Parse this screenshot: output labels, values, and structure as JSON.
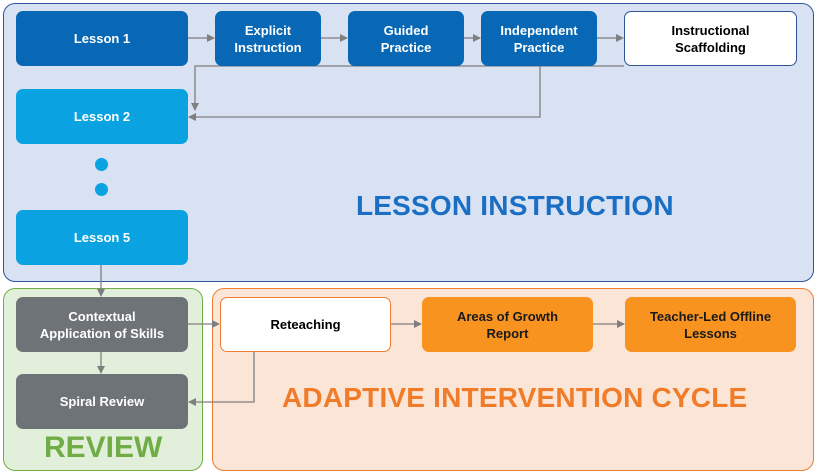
{
  "regions": {
    "lesson_instruction": "LESSON INSTRUCTION",
    "adaptive_intervention": "ADAPTIVE INTERVENTION CYCLE",
    "review": "REVIEW"
  },
  "lessons": {
    "lesson1": "Lesson 1",
    "lesson2": "Lesson 2",
    "lesson5": "Lesson 5"
  },
  "steps": {
    "explicit": "Explicit\nInstruction",
    "guided": "Guided\nPractice",
    "independent": "Independent\nPractice",
    "scaffolding": "Instructional\nScaffolding"
  },
  "review_steps": {
    "contextual": "Contextual\nApplication of Skills",
    "spiral": "Spiral Review"
  },
  "adaptive_steps": {
    "reteaching": "Reteaching",
    "growth_report": "Areas of Growth\nReport",
    "offline_lessons": "Teacher-Led Offline\nLessons"
  },
  "colors": {
    "lesson_dark": "#0868b5",
    "lesson_light": "#0aa2e0",
    "review_grey": "#6e7377",
    "adaptive_orange": "#f7931e",
    "lesson_title": "#1a6fc4",
    "adaptive_title": "#f07c2a",
    "review_title": "#70ad47"
  }
}
